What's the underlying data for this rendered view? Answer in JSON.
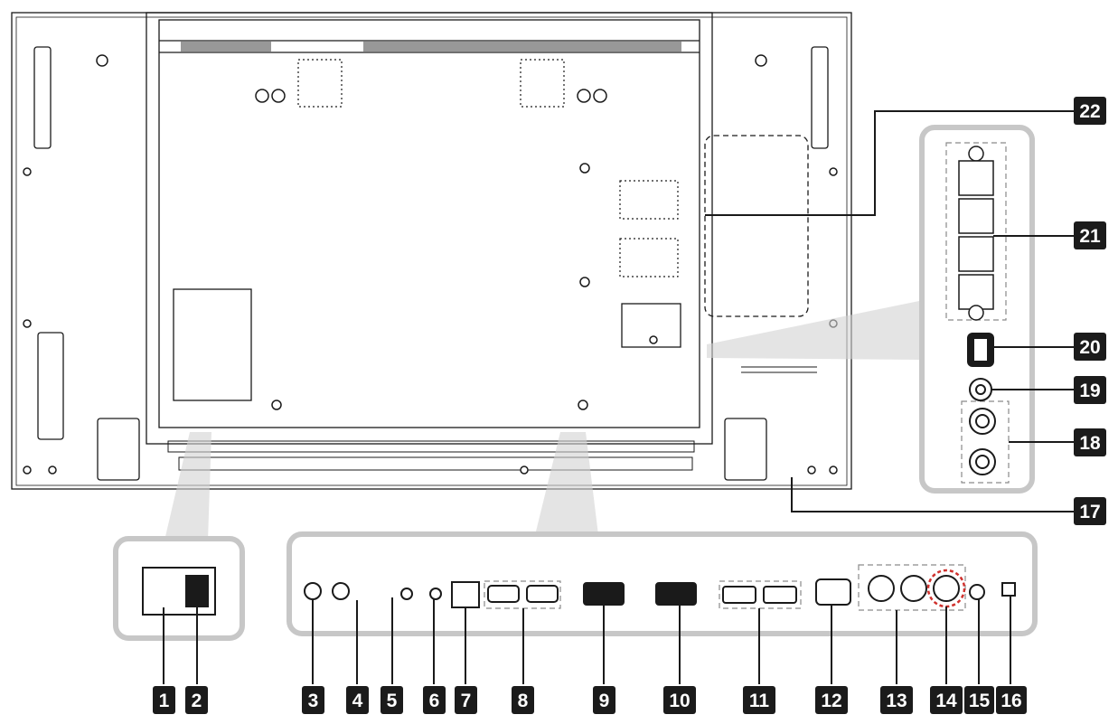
{
  "diagram": {
    "callouts": {
      "c1": "1",
      "c2": "2",
      "c3": "3",
      "c4": "4",
      "c5": "5",
      "c6": "6",
      "c7": "7",
      "c8": "8",
      "c9": "9",
      "c10": "10",
      "c11": "11",
      "c12": "12",
      "c13": "13",
      "c14": "14",
      "c15": "15",
      "c16": "16",
      "c17": "17",
      "c18": "18",
      "c19": "19",
      "c20": "20",
      "c21": "21",
      "c22": "22"
    },
    "colors": {
      "line": "#1a1a1a",
      "callout_gray": "#c7c7c7",
      "badge_bg": "#1b1b1b",
      "badge_text": "#ffffff",
      "highlight_red": "#d0312d"
    },
    "icons": [
      "display-rear-panel",
      "ac-power-inlet-icon",
      "power-switch-icon",
      "ir-in-jack-icon",
      "ir-out-jack-icon",
      "audio-jack-icon",
      "rj45-port-icon",
      "hdmi-port-icon",
      "dvi-port-icon",
      "displayport-icon",
      "vga-port-icon",
      "bnc-connector-icon",
      "rca-jack-icon",
      "usb-port-icon",
      "speaker-terminal-icon",
      "kensington-lock-icon"
    ]
  }
}
